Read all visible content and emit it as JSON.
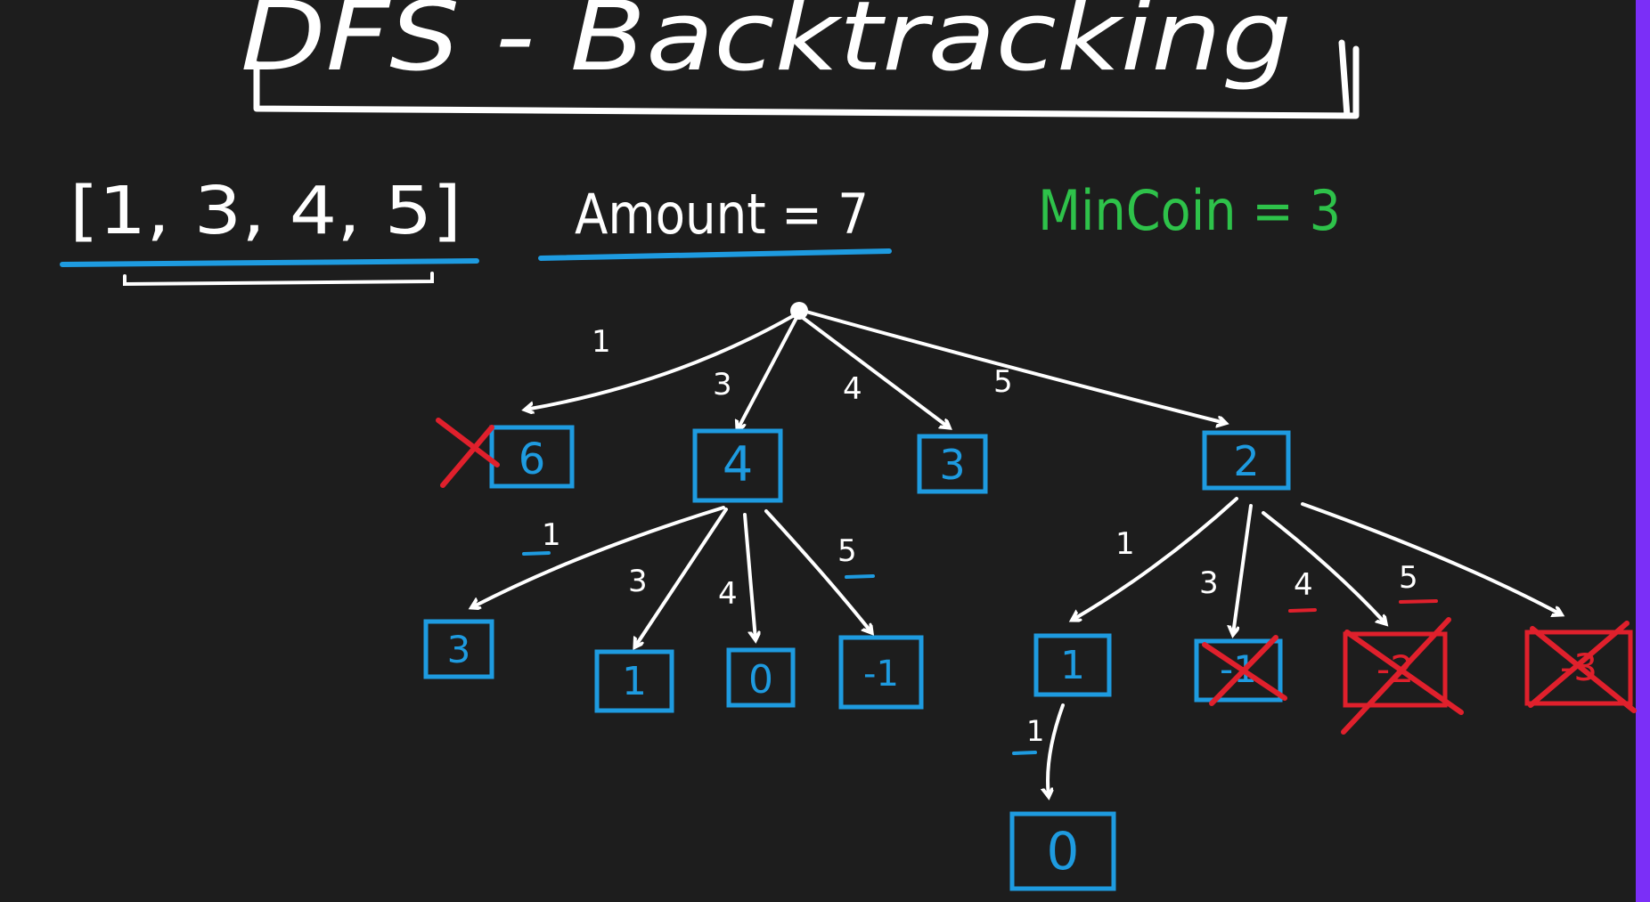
{
  "title": "DFS - Backtracking",
  "coins": "[1, 3, 4, 5]",
  "amount": "Amount = 7",
  "min_coin": "MinCoin = 3",
  "colors": {
    "background": "#1d1d1d",
    "ink": "#ffffff",
    "node": "#1e9be0",
    "underline": "#1e9be0",
    "pruned": "#e0202c",
    "min_coin": "#2ec24a",
    "side_bar": "#7b2ff7"
  },
  "tree": {
    "root_branches": [
      {
        "coin": "1",
        "remaining": "6",
        "pruned": true
      },
      {
        "coin": "3",
        "remaining": "4",
        "pruned": false
      },
      {
        "coin": "4",
        "remaining": "3",
        "pruned": false
      },
      {
        "coin": "5",
        "remaining": "2",
        "pruned": false
      }
    ],
    "from_4": [
      {
        "coin": "1",
        "remaining": "3"
      },
      {
        "coin": "3",
        "remaining": "1"
      },
      {
        "coin": "4",
        "remaining": "0"
      },
      {
        "coin": "5",
        "remaining": "-1"
      }
    ],
    "from_2": [
      {
        "coin": "1",
        "remaining": "1",
        "pruned": false
      },
      {
        "coin": "3",
        "remaining": "-1",
        "pruned": true
      },
      {
        "coin": "4",
        "remaining": "-2",
        "pruned": true
      },
      {
        "coin": "5",
        "remaining": "-3",
        "pruned": true
      }
    ],
    "from_1": [
      {
        "coin": "1",
        "remaining": "0"
      }
    ]
  }
}
